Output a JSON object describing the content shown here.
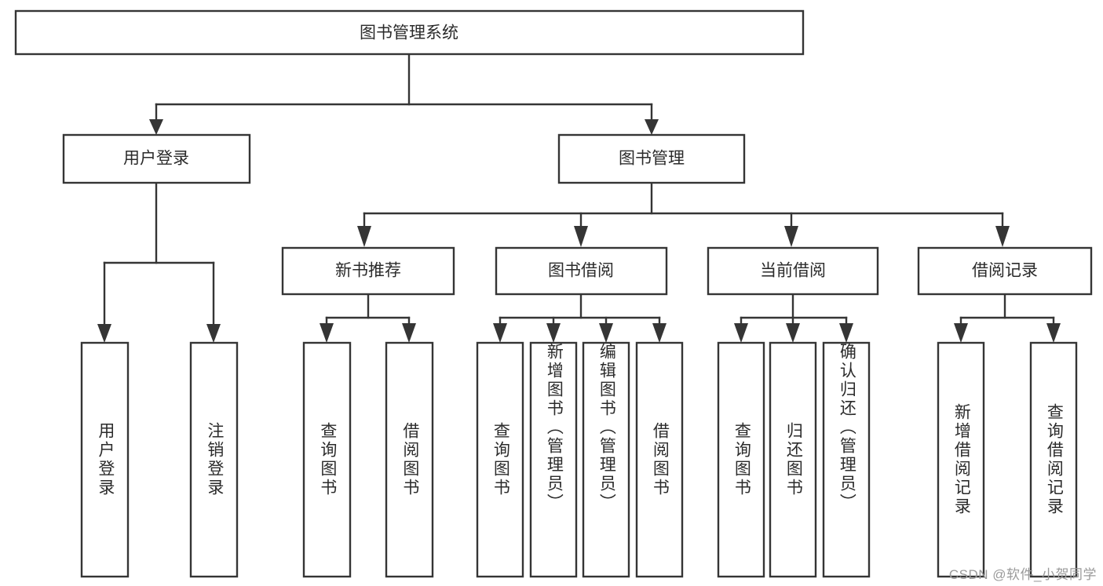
{
  "diagram": {
    "title": "图书管理系统",
    "type": "tree-hierarchy",
    "watermark": "CSDN @软件_小贺同学",
    "colors": {
      "stroke": "#353535",
      "fill": "#ffffff",
      "text": "#2b2b2b",
      "watermark": "#9a9a9a",
      "background": "#ffffff"
    },
    "root": {
      "label": "图书管理系统"
    },
    "level2": [
      {
        "label": "用户登录"
      },
      {
        "label": "图书管理"
      }
    ],
    "level3": [
      {
        "label": "新书推荐"
      },
      {
        "label": "图书借阅"
      },
      {
        "label": "当前借阅"
      },
      {
        "label": "借阅记录"
      }
    ],
    "leaves": {
      "user_login": [
        {
          "label": "用户登录"
        },
        {
          "label": "注销登录"
        }
      ],
      "new_book_recommend": [
        {
          "label": "查询图书"
        },
        {
          "label": "借阅图书"
        }
      ],
      "book_borrow": [
        {
          "label": "查询图书"
        },
        {
          "label": "新增图书（管理员）"
        },
        {
          "label": "编辑图书（管理员）"
        },
        {
          "label": "借阅图书"
        }
      ],
      "current_borrow": [
        {
          "label": "查询图书"
        },
        {
          "label": "归还图书"
        },
        {
          "label": "确认归还（管理员）"
        }
      ],
      "borrow_record": [
        {
          "label": "新增借阅记录"
        },
        {
          "label": "查询借阅记录"
        }
      ]
    }
  }
}
